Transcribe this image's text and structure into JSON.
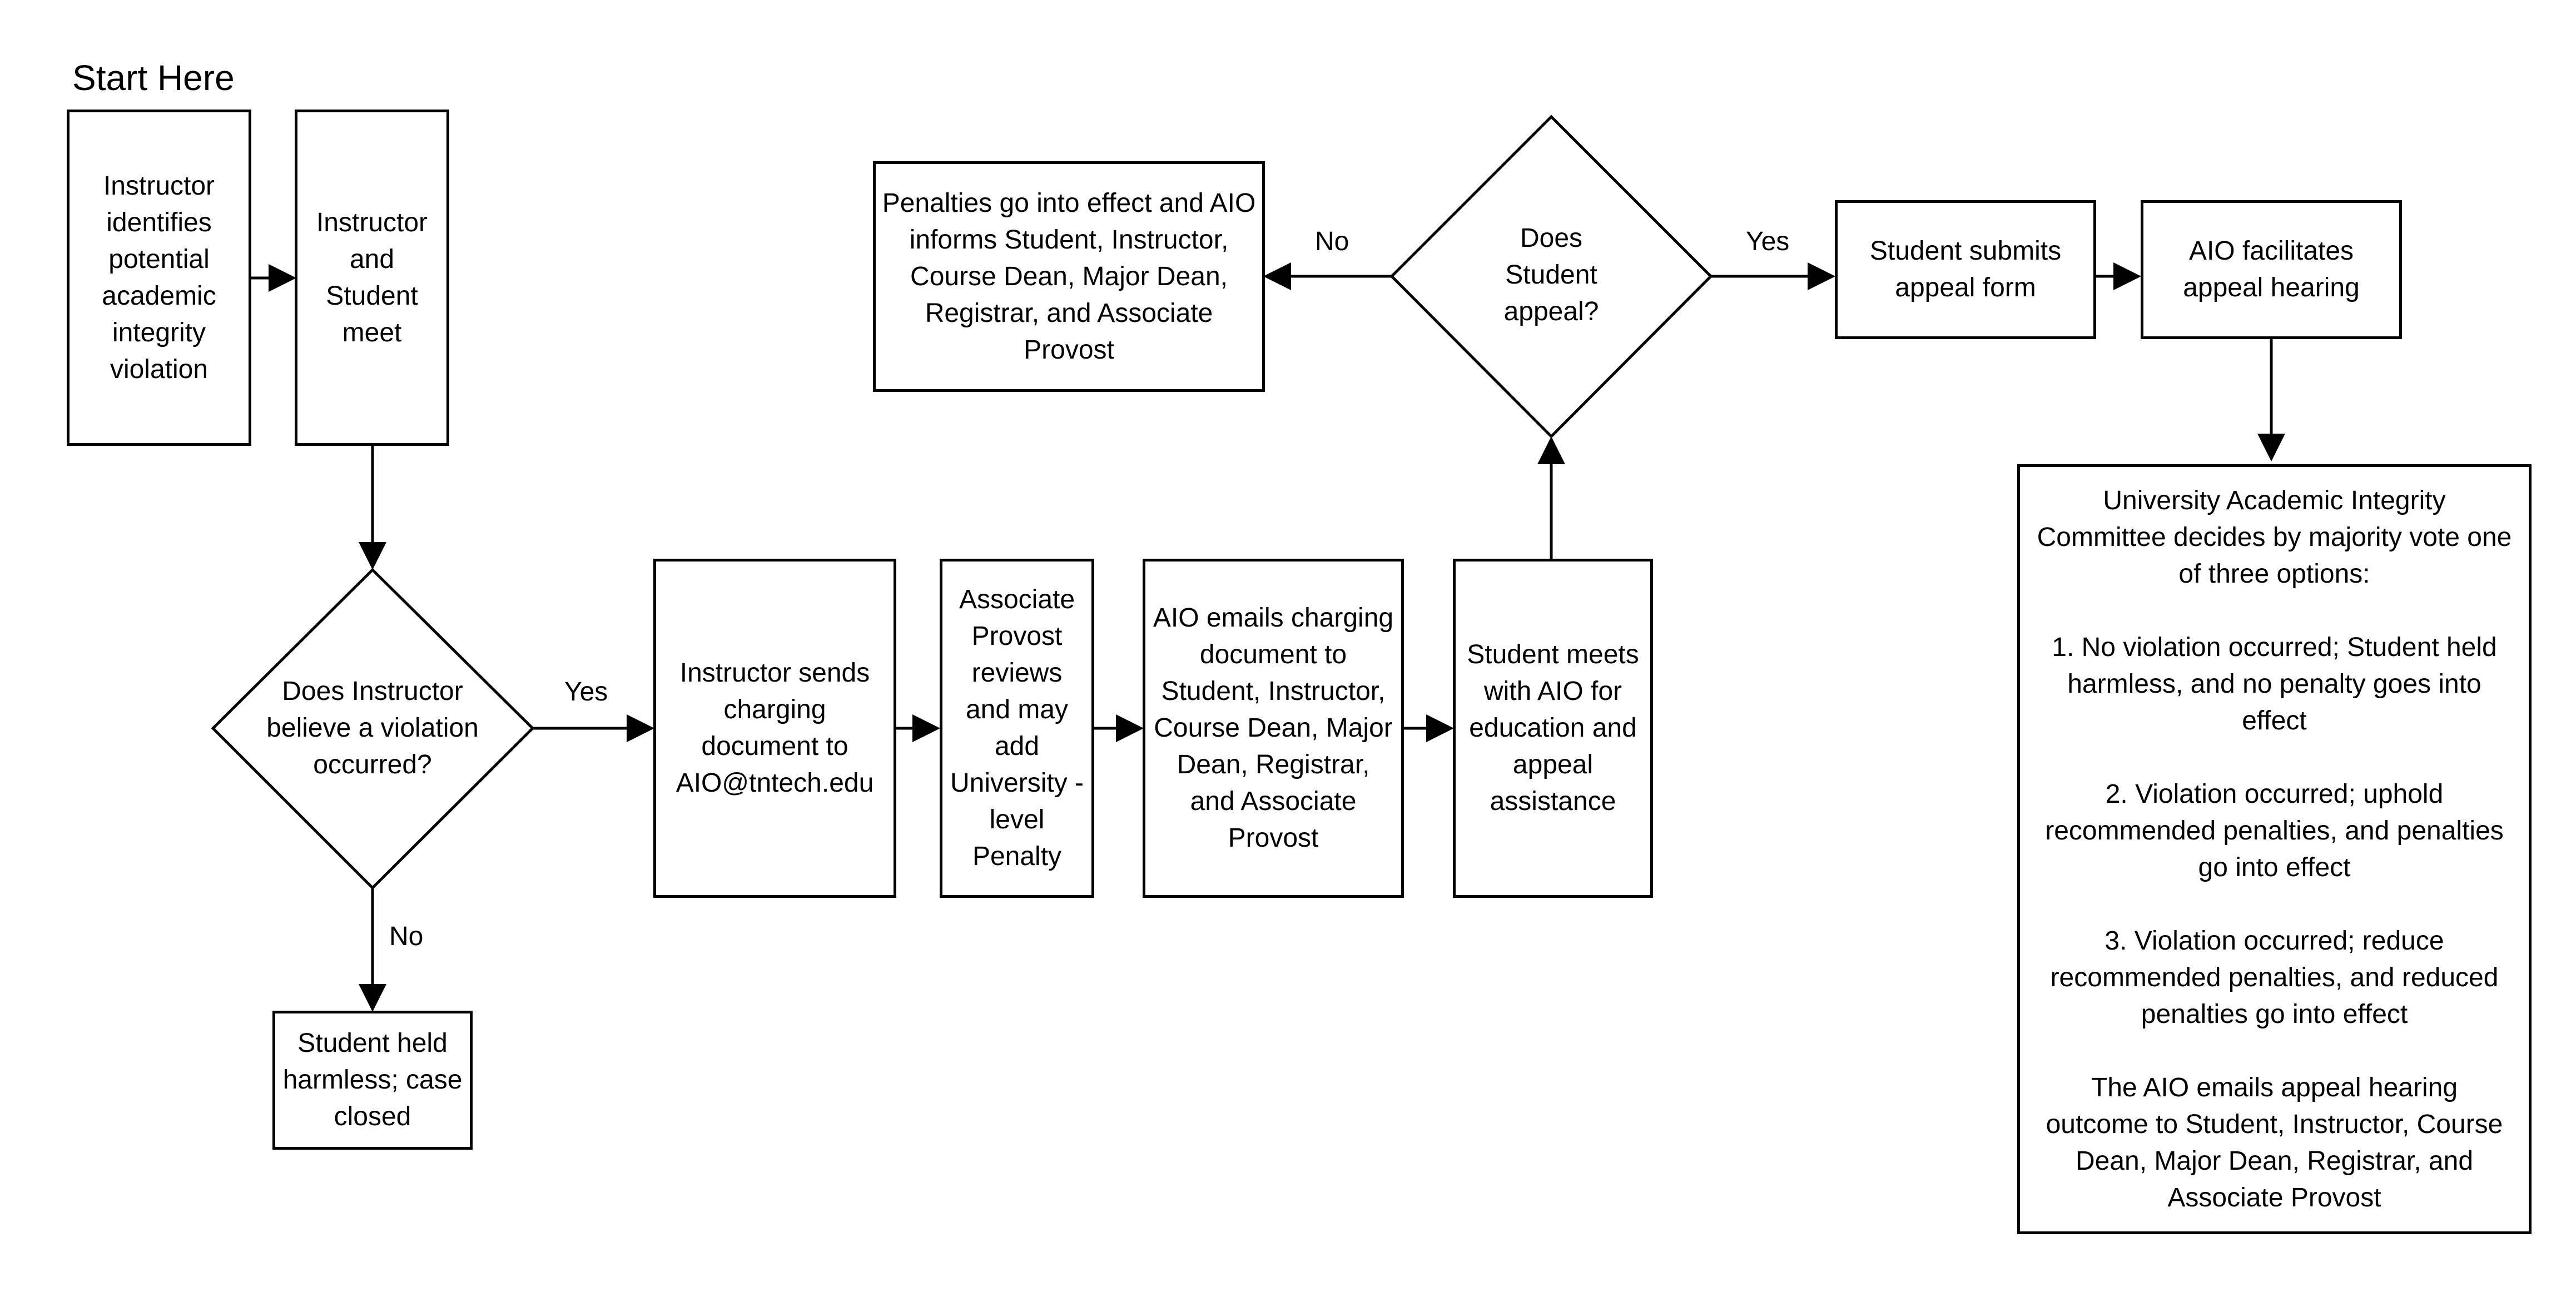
{
  "title": "Start Here",
  "nodes": {
    "identify": "Instructor identifies potential academic integrity violation",
    "meet": "Instructor and Student meet",
    "believe": "Does Instructor believe a violation occurred?",
    "harmless": "Student held harmless; case closed",
    "sends": "Instructor sends charging document to AIO@tntech.edu",
    "provost_review": "Associate Provost reviews and may add University -level Penalty",
    "aio_emails": "AIO emails charging document to Student, Instructor, Course Dean, Major Dean, Registrar, and Associate Provost",
    "meets_aio": "Student meets with AIO for education and appeal assistance",
    "appeal_q": "Does Student appeal?",
    "penalties": "Penalties go into effect and AIO informs Student, Instructor, Course Dean, Major Dean, Registrar, and Associate Provost",
    "submits": "Student submits appeal form",
    "hearing": "AIO facilitates appeal hearing",
    "committee": "University Academic Integrity Committee decides by majority vote one of three options:\n\n1. No violation occurred; Student held harmless, and no penalty goes into effect\n\n2. Violation occurred; uphold recommended penalties, and penalties go into effect\n\n3. Violation occurred; reduce recommended penalties, and reduced penalties go into effect\n\nThe AIO emails appeal hearing outcome to Student, Instructor, Course Dean, Major Dean, Registrar, and Associate Provost"
  },
  "labels": {
    "yes_charge": "Yes",
    "no_charge": "No",
    "yes_appeal": "Yes",
    "no_appeal": "No"
  }
}
